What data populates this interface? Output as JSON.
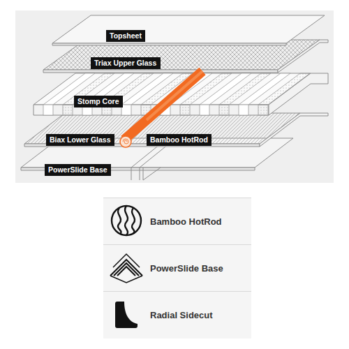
{
  "diagram": {
    "nodes": [
      {
        "text": [
          "Topsheet"
        ]
      },
      {
        "text": [
          "Triax Upper Glass"
        ]
      },
      {
        "text": [
          "Stomp Core"
        ]
      },
      {
        "text": [
          "Biax Lower Glass"
        ]
      },
      {
        "text": [
          "Bamboo HotRod"
        ]
      },
      {
        "text": [
          "PowerSlide Base"
        ]
      },
      {
        "text": [
          "Bamboo HotRod"
        ]
      },
      {
        "text": [
          "PowerSlide Base"
        ]
      },
      {
        "text": [
          "Radial Sidecut"
        ]
      }
    ]
  }
}
